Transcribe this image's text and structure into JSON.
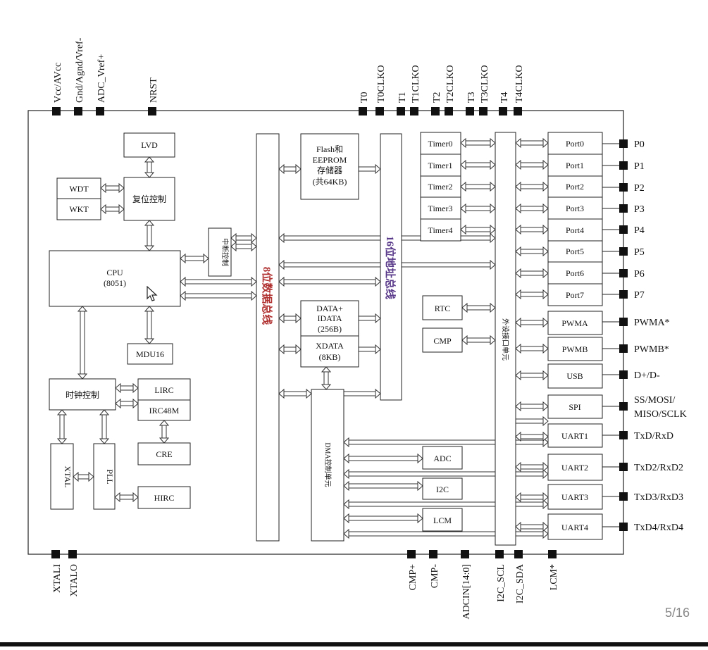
{
  "diagram": {
    "top_pins": [
      {
        "id": "vcc",
        "label": "Vcc/AVcc"
      },
      {
        "id": "gnd",
        "label": "Gnd/Agnd/Vref-"
      },
      {
        "id": "adcvref",
        "label": "ADC_Vref+"
      },
      {
        "id": "nrst",
        "label": "NRST"
      },
      {
        "id": "t0",
        "label": "T0"
      },
      {
        "id": "t0clko",
        "label": "T0CLKO"
      },
      {
        "id": "t1",
        "label": "T1"
      },
      {
        "id": "t1clko",
        "label": "T1CLKO"
      },
      {
        "id": "t2",
        "label": "T2"
      },
      {
        "id": "t2clko",
        "label": "T2CLKO"
      },
      {
        "id": "t3",
        "label": "T3"
      },
      {
        "id": "t3clko",
        "label": "T3CLKO"
      },
      {
        "id": "t4",
        "label": "T4"
      },
      {
        "id": "t4clko",
        "label": "T4CLKO"
      }
    ],
    "bottom_pins": [
      {
        "id": "xtali",
        "label": "XTALI"
      },
      {
        "id": "xtalo",
        "label": "XTALO"
      },
      {
        "id": "cmpp",
        "label": "CMP+"
      },
      {
        "id": "cmpm",
        "label": "CMP-"
      },
      {
        "id": "adcin",
        "label": "ADCIN[14:0]"
      },
      {
        "id": "i2cscl",
        "label": "I2C_SCL"
      },
      {
        "id": "i2csda",
        "label": "I2C_SDA"
      },
      {
        "id": "lcm",
        "label": "LCM*"
      }
    ],
    "right_pins": [
      {
        "id": "p0",
        "label": "P0"
      },
      {
        "id": "p1",
        "label": "P1"
      },
      {
        "id": "p2",
        "label": "P2"
      },
      {
        "id": "p3",
        "label": "P3"
      },
      {
        "id": "p4",
        "label": "P4"
      },
      {
        "id": "p5",
        "label": "P5"
      },
      {
        "id": "p6",
        "label": "P6"
      },
      {
        "id": "p7",
        "label": "P7"
      },
      {
        "id": "pwma",
        "label": "PWMA*"
      },
      {
        "id": "pwmb",
        "label": "PWMB*"
      },
      {
        "id": "dpdm",
        "label": "D+/D-"
      },
      {
        "id": "spi1",
        "label": "SS/MOSI/"
      },
      {
        "id": "spi2",
        "label": "MISO/SCLK"
      },
      {
        "id": "txd",
        "label": "TxD/RxD"
      },
      {
        "id": "txd2",
        "label": "TxD2/RxD2"
      },
      {
        "id": "txd3",
        "label": "TxD3/RxD3"
      },
      {
        "id": "txd4",
        "label": "TxD4/RxD4"
      }
    ],
    "blocks": {
      "lvd": "LVD",
      "wdt": "WDT",
      "wkt": "WKT",
      "reset": "复位控制",
      "cpu": "CPU",
      "cpu_sub": "(8051)",
      "irq": "中断控制",
      "mdu": "MDU16",
      "clock": "时钟控制",
      "lirc": "LIRC",
      "irc48m": "IRC48M",
      "cre": "CRE",
      "xtal": "XTAL",
      "pll": "PLL",
      "hirc": "HIRC",
      "databus": "8位数据总线",
      "addrbus": "16位地址总线",
      "flash1": "Flash和",
      "flash2": "EEPROM",
      "flash3": "存储器",
      "flash4": "(共64KB)",
      "data1": "DATA+",
      "data2": "IDATA",
      "data3": "(256B)",
      "xdata1": "XDATA",
      "xdata2": "(8KB)",
      "dma": "DMA控制单元",
      "periph_bus": "外设接口单元",
      "timers": [
        "Timer0",
        "Timer1",
        "Timer2",
        "Timer3",
        "Timer4"
      ],
      "rtc": "RTC",
      "cmp": "CMP",
      "adc": "ADC",
      "i2c": "I2C",
      "lcm": "LCM",
      "ports": [
        "Port0",
        "Port1",
        "Port2",
        "Port3",
        "Port4",
        "Port5",
        "Port6",
        "Port7"
      ],
      "pwma": "PWMA",
      "pwmb": "PWMB",
      "usb": "USB",
      "spi": "SPI",
      "uarts": [
        "UART1",
        "UART2",
        "UART3",
        "UART4"
      ]
    },
    "colors": {
      "databus_text": "#b03030",
      "addrbus_text": "#5a3a8a",
      "line": "#222222"
    }
  },
  "slide_counter": "5/16"
}
